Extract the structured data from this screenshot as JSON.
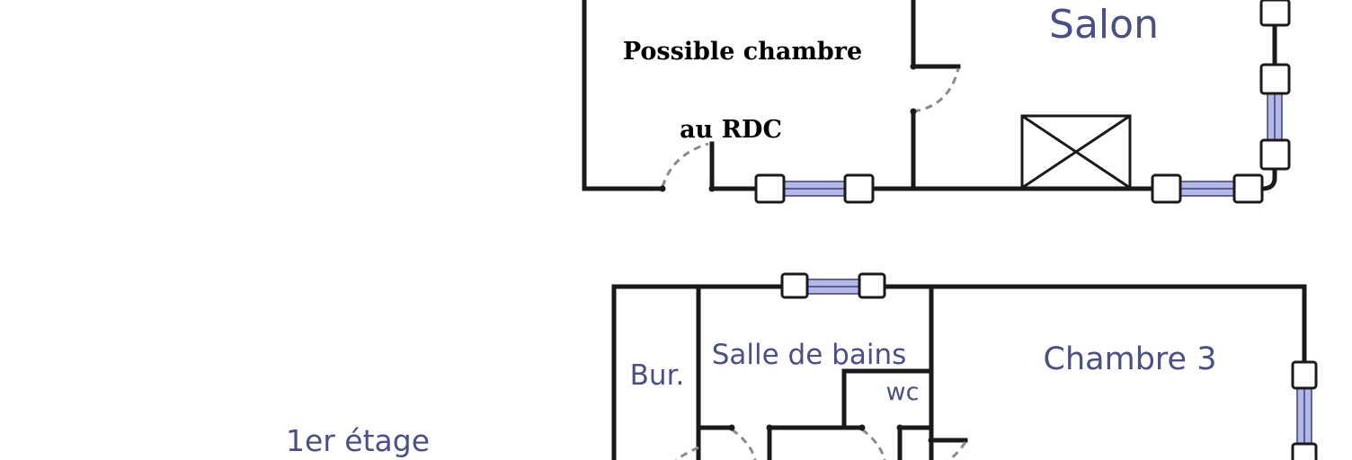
{
  "colors": {
    "wall": "#1a1a1a",
    "room_label": "#4a4f86",
    "note_text": "#000000",
    "window_glass": "#b3b8e6",
    "window_frame": "#3b3f7a",
    "door_swing": "#8a8a8a"
  },
  "ground_floor": {
    "rooms": {
      "salon": "Salon"
    },
    "note": {
      "line1": "Possible chambre",
      "line2": "au RDC"
    }
  },
  "first_floor": {
    "floor_label": "1er étage",
    "rooms": {
      "bureau": "Bur.",
      "bathroom": "Salle de bains",
      "wc": "wc",
      "bedroom3": "Chambre 3"
    }
  }
}
